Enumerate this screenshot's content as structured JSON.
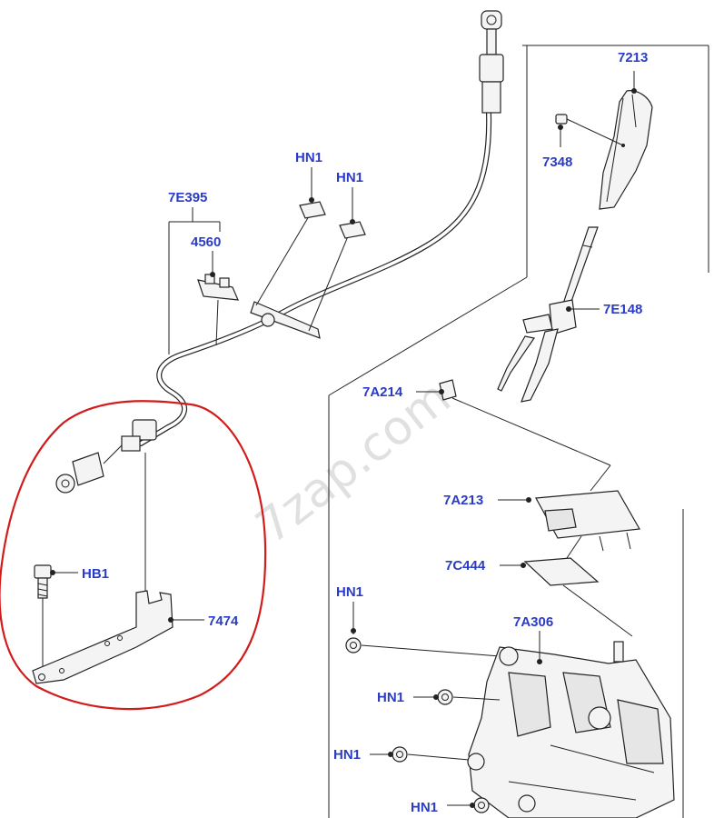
{
  "watermark": "7zap.com",
  "parts": {
    "p7213": "7213",
    "p7348": "7348",
    "p7E148": "7E148",
    "p7E395": "7E395",
    "p4560": "4560",
    "hn1_a": "HN1",
    "hn1_b": "HN1",
    "p7A214": "7A214",
    "p7A213": "7A213",
    "p7C444": "7C444",
    "hn1_c": "HN1",
    "p7A306": "7A306",
    "hn1_d": "HN1",
    "hn1_e": "HN1",
    "hn1_f": "HN1",
    "hb1": "HB1",
    "p7474": "7474"
  },
  "colors": {
    "label": "#2b3cc4",
    "highlight": "#d21c1c",
    "line": "#222222"
  }
}
